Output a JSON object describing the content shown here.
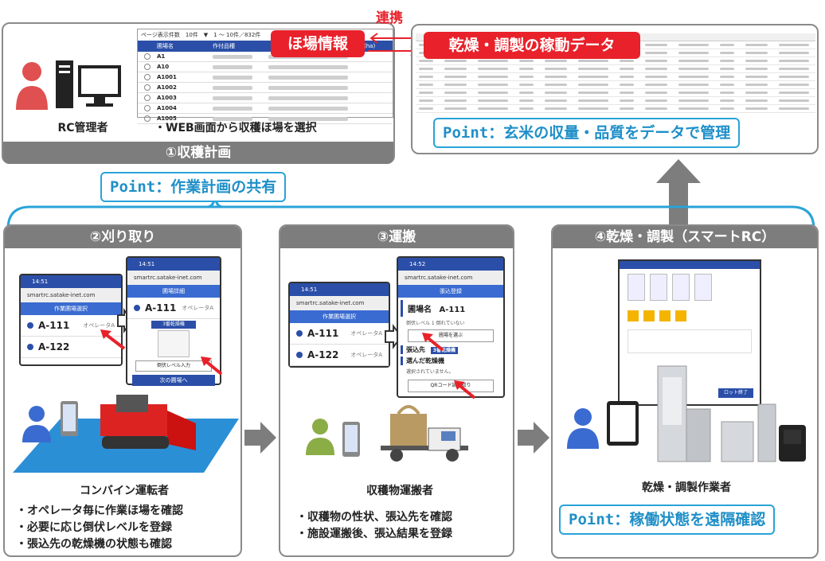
{
  "top": {
    "link_label": "連携",
    "field_info": "ほ場情報",
    "drying_data": "乾燥・調製の稼動データ",
    "table_header": "ページ表示件数　10件　▼　1 ～ 10件／832件",
    "table_cols": [
      "圃場名",
      "作付品種",
      "(ha)"
    ],
    "table_rows": [
      "A1",
      "A10",
      "A1001",
      "A1002",
      "A1003",
      "A1004",
      "A1005"
    ],
    "rc_manager": "RC管理者",
    "web_select": "・WEB画面から収穫ほ場を選択",
    "plan_title": "①収穫計画",
    "point_quality": "Point：玄米の収量・品質をデータで管理",
    "point_share": "Point：作業計画の共有"
  },
  "harvest": {
    "title": "②刈り取り",
    "phone1": {
      "time": "14:51",
      "url": "smartrc.satake-inet.com",
      "bar": "作業圃場選択",
      "rows": [
        "A-111",
        "A-122"
      ],
      "op": "オペレータA"
    },
    "phone2": {
      "time": "14:51",
      "url": "smartrc.satake-inet.com",
      "bar": "圃場詳細",
      "field": "A-111",
      "op": "オペレータA",
      "tag": "3番乾燥機",
      "input": "倒伏レベル入力",
      "next": "次の圃場へ"
    },
    "role": "コンバイン運転者",
    "bullets": [
      "・オペレータ毎に作業ほ場を確認",
      "・必要に応じ倒伏レベルを登録",
      "・張込先の乾燥機の状態も確認"
    ]
  },
  "transport": {
    "title": "③運搬",
    "phone1": {
      "time": "14:51",
      "url": "smartrc.satake-inet.com",
      "bar": "作業圃場選択",
      "rows": [
        "A-111",
        "A-122"
      ],
      "op": "オペレータA"
    },
    "phone2": {
      "time": "14:52",
      "url": "smartrc.satake-inet.com",
      "bar": "張込登録",
      "field_label": "圃場名",
      "field": "A-111",
      "lodging": "倒伏レベル 1 倒れていない",
      "select_btn": "圃場を選ぶ",
      "dest_label": "張込先",
      "dest_tag": "3番乾燥機",
      "dryer_label": "選んだ乾燥機",
      "not_selected": "選択されていません。",
      "qr_btn": "QRコード読み取り"
    },
    "role": "収穫物運搬者",
    "bullets": [
      "・収穫物の性状、張込先を確認",
      "・施設運搬後、張込結果を登録"
    ]
  },
  "drying": {
    "title": "④乾燥・調製（スマートRC）",
    "role": "乾燥・調製作業者",
    "point_remote": "Point：稼働状態を遠隔確認",
    "tablet_btn": "ロット終了"
  },
  "colors": {
    "red": "#e8212a",
    "blue": "#29a3d8",
    "gray": "#7d7d7d",
    "navy": "#2b4fa8"
  }
}
